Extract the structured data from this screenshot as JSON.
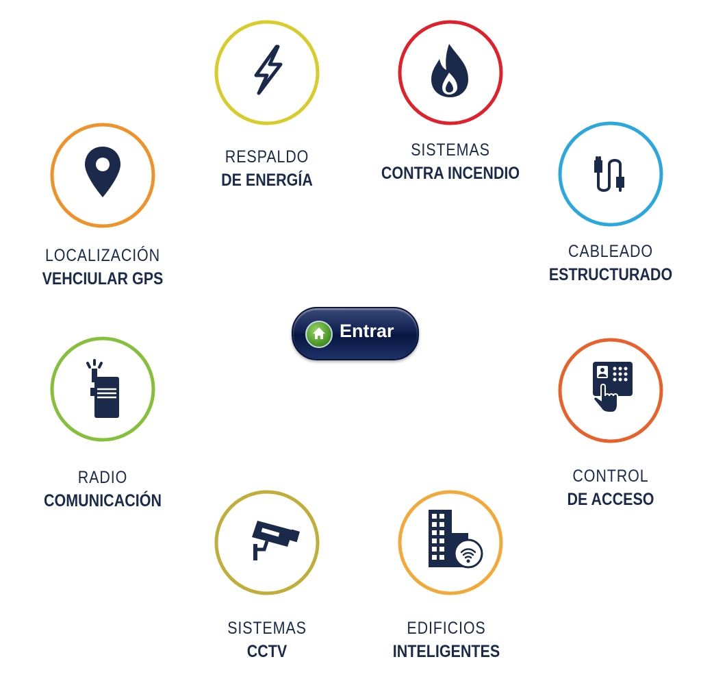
{
  "services": [
    {
      "id": "respaldo",
      "line1": "RESPALDO",
      "line2": "DE ENERGÍA",
      "color": "#d8cc2a",
      "icon": "lightning-bolt-icon"
    },
    {
      "id": "incendio",
      "line1": "SISTEMAS",
      "line2": "CONTRA INCENDIO",
      "color": "#e0202a",
      "icon": "flame-icon"
    },
    {
      "id": "cableado",
      "line1": "CABLEADO",
      "line2": "ESTRUCTURADO",
      "color": "#2aa7dc",
      "icon": "cable-icon"
    },
    {
      "id": "acceso",
      "line1": "CONTROL",
      "line2": "DE ACCESO",
      "color": "#e8612a",
      "icon": "access-keypad-icon"
    },
    {
      "id": "edificios",
      "line1": "EDIFICIOS",
      "line2": "INTELIGENTES",
      "color": "#f2a93a",
      "icon": "smart-building-icon"
    },
    {
      "id": "cctv",
      "line1": "SISTEMAS",
      "line2": "CCTV",
      "color": "#bfae3a",
      "icon": "security-camera-icon"
    },
    {
      "id": "radio",
      "line1": "RADIO",
      "line2": "COMUNICACIÓN",
      "color": "#86bf3a",
      "icon": "radio-icon"
    },
    {
      "id": "gps",
      "line1": "LOCALIZACIÓN",
      "line2": "VEHCIULAR GPS",
      "color": "#f0922a",
      "icon": "location-pin-icon"
    }
  ],
  "enter_button": {
    "label": "Entrar",
    "icon": "home-icon"
  }
}
